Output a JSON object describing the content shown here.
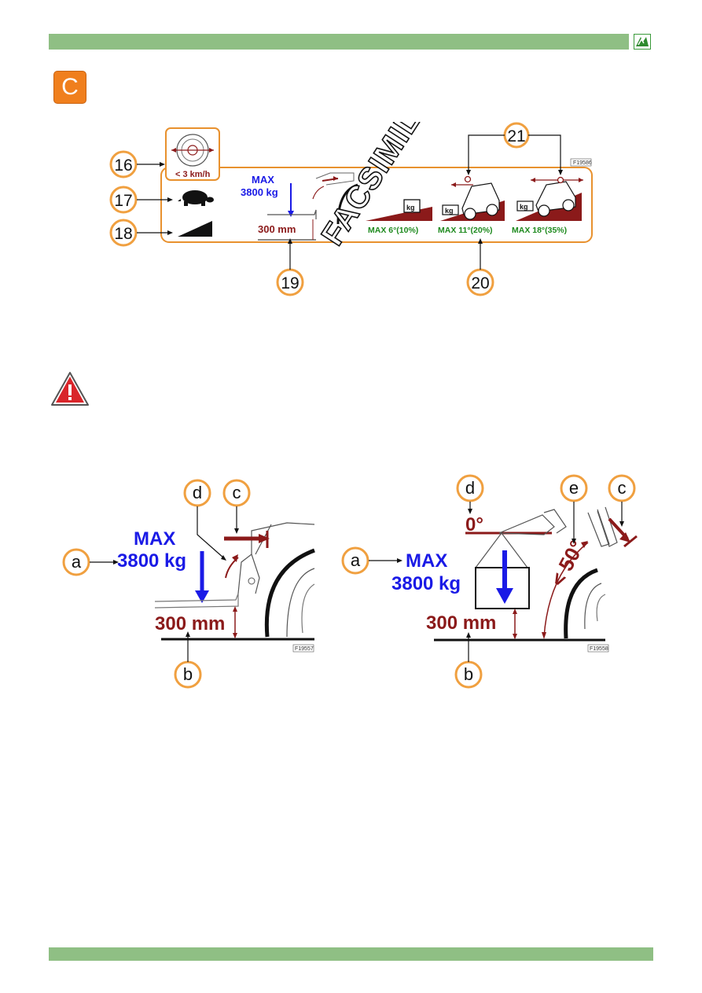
{
  "section_label": "C",
  "top_panel": {
    "fig_code": "F19586",
    "callouts": [
      "16",
      "17",
      "18",
      "19",
      "20",
      "21"
    ],
    "speed_limit": "< 3 km/h",
    "max_label": "MAX",
    "max_load": "3800 kg",
    "fork_height": "300 mm",
    "watermark": "FACSIMILE",
    "kg_label": "kg",
    "slopes": [
      "MAX 6°(10%)",
      "MAX 11°(20%)",
      "MAX 18°(35%)"
    ]
  },
  "fig_left": {
    "fig_code": "F19557",
    "callouts": [
      "a",
      "b",
      "c",
      "d"
    ],
    "max_label": "MAX",
    "max_load": "3800 kg",
    "height": "300 mm"
  },
  "fig_right": {
    "fig_code": "F19558",
    "callouts": [
      "a",
      "b",
      "c",
      "d",
      "e"
    ],
    "angle_zero": "0°",
    "angle_max": "< 50°",
    "max_label": "MAX",
    "max_load": "3800 kg",
    "height": "300 mm"
  },
  "colors": {
    "bar_green": "#8fbf84",
    "accent_orange": "#f07f1d",
    "blue": "#1a1ae6",
    "dark_red": "#8b1a1a",
    "slope_green": "#1e8a1e",
    "warning_red": "#d9252a"
  },
  "icons": [
    "logo-icon",
    "warning-icon",
    "tyre-icon",
    "turtle-icon",
    "ramp-icon"
  ]
}
